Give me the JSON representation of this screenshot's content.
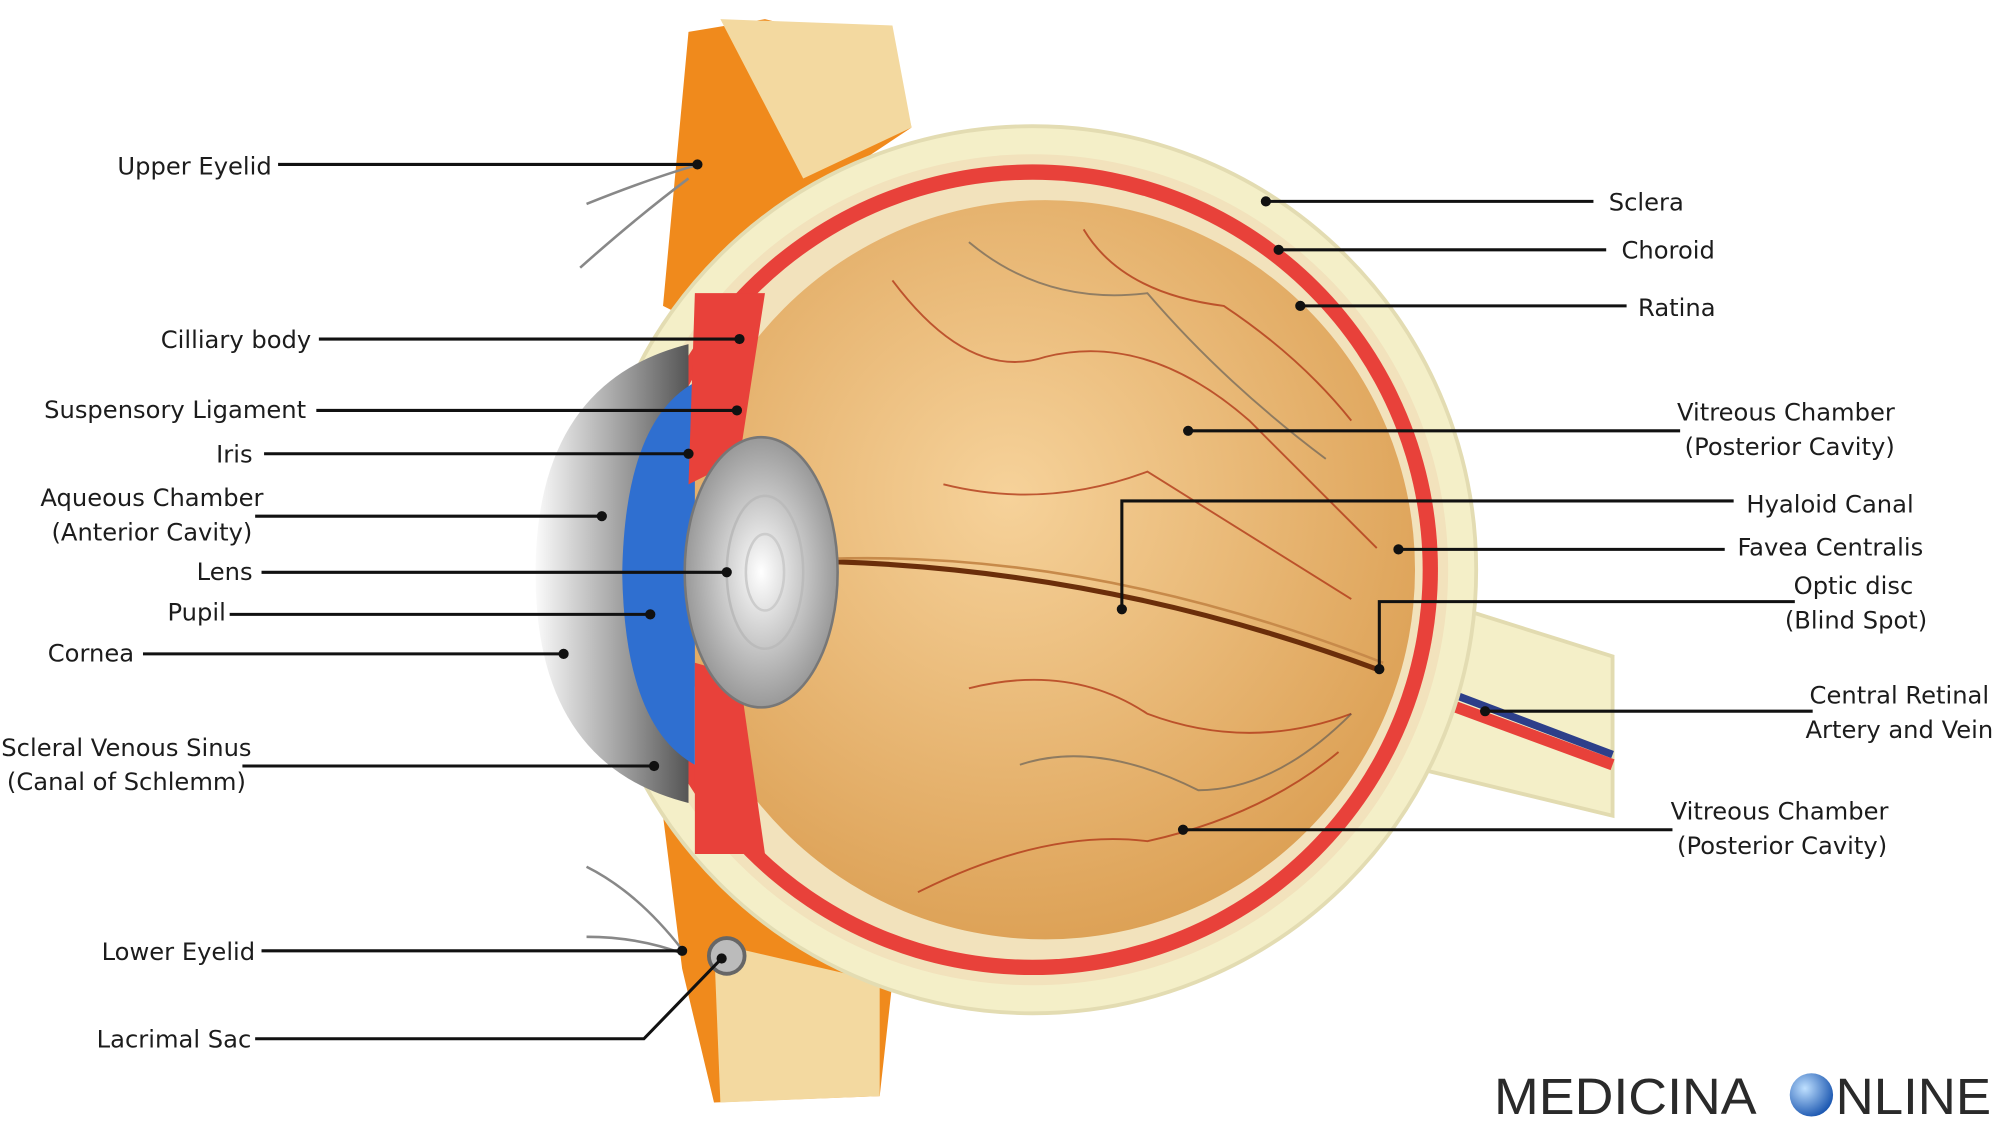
{
  "title": "Anatomy of the human eye",
  "labels_left": {
    "upper_eyelid": "Upper Eyelid",
    "cilliary_body": "Cilliary body",
    "suspensory_ligament": "Suspensory Ligament",
    "iris": "Iris",
    "aqueous_chamber_1": "Aqueous Chamber",
    "aqueous_chamber_2": "(Anterior Cavity)",
    "lens": "Lens",
    "pupil": "Pupil",
    "cornea": "Cornea",
    "scleral_sinus_1": "Scleral Venous Sinus",
    "scleral_sinus_2": "(Canal of Schlemm)",
    "lower_eyelid": "Lower Eyelid",
    "lacrimal_sac": "Lacrimal Sac"
  },
  "labels_right": {
    "sclera": "Sclera",
    "choroid": "Choroid",
    "retina": "Ratina",
    "vitreous_upper_1": "Vitreous Chamber",
    "vitreous_upper_2": "(Posterior Cavity)",
    "hyaloid_canal": "Hyaloid Canal",
    "fovea": "Favea Centralis",
    "optic_disc_1": "Optic disc",
    "optic_disc_2": "(Blind Spot)",
    "retinal_vessels_1": "Central Retinal",
    "retinal_vessels_2": "Artery and Vein",
    "vitreous_lower_1": "Vitreous Chamber",
    "vitreous_lower_2": "(Posterior Cavity)"
  },
  "watermark": {
    "left": "MEDICINA",
    "right": "NLINE"
  },
  "colors": {
    "sclera": "#f4efc8",
    "choroid": "#e8413a",
    "vitreous": "#e8b772",
    "eyelid": "#f08a1c",
    "iris": "#2f6fd0"
  }
}
